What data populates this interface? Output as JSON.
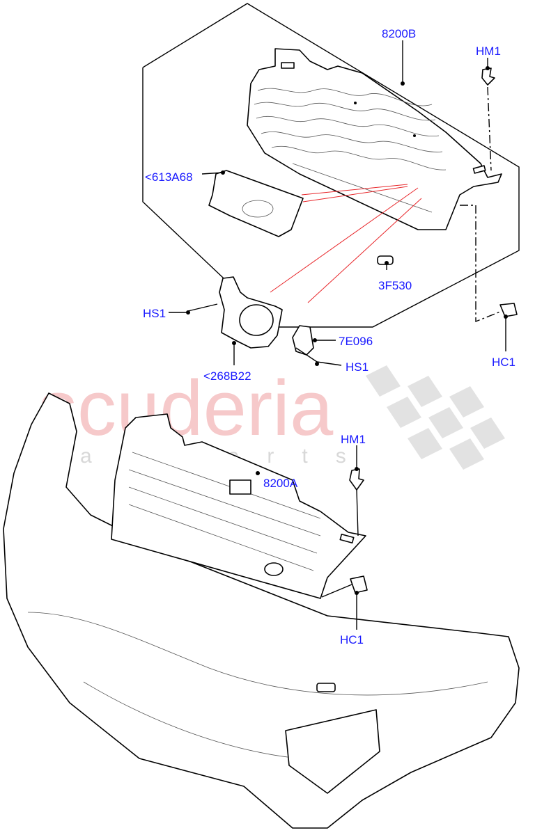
{
  "diagram": {
    "watermark": {
      "brand": "scuderia",
      "sub": "car parts"
    },
    "callouts": [
      {
        "id": "8200B",
        "label": "8200B"
      },
      {
        "id": "HM1-top",
        "label": "HM1"
      },
      {
        "id": "613A68",
        "label": "<613A68"
      },
      {
        "id": "3F530",
        "label": "3F530"
      },
      {
        "id": "HS1-left",
        "label": "HS1"
      },
      {
        "id": "7E096",
        "label": "7E096"
      },
      {
        "id": "HS1-right",
        "label": "HS1"
      },
      {
        "id": "HC1-top",
        "label": "HC1"
      },
      {
        "id": "268B22",
        "label": "<268B22"
      },
      {
        "id": "8200A",
        "label": "8200A"
      },
      {
        "id": "HM1-bottom",
        "label": "HM1"
      },
      {
        "id": "HC1-bottom",
        "label": "HC1"
      }
    ],
    "colors": {
      "label": "#1a1aff",
      "leader_red": "#e8262a",
      "watermark": "#f4b7b9"
    }
  }
}
